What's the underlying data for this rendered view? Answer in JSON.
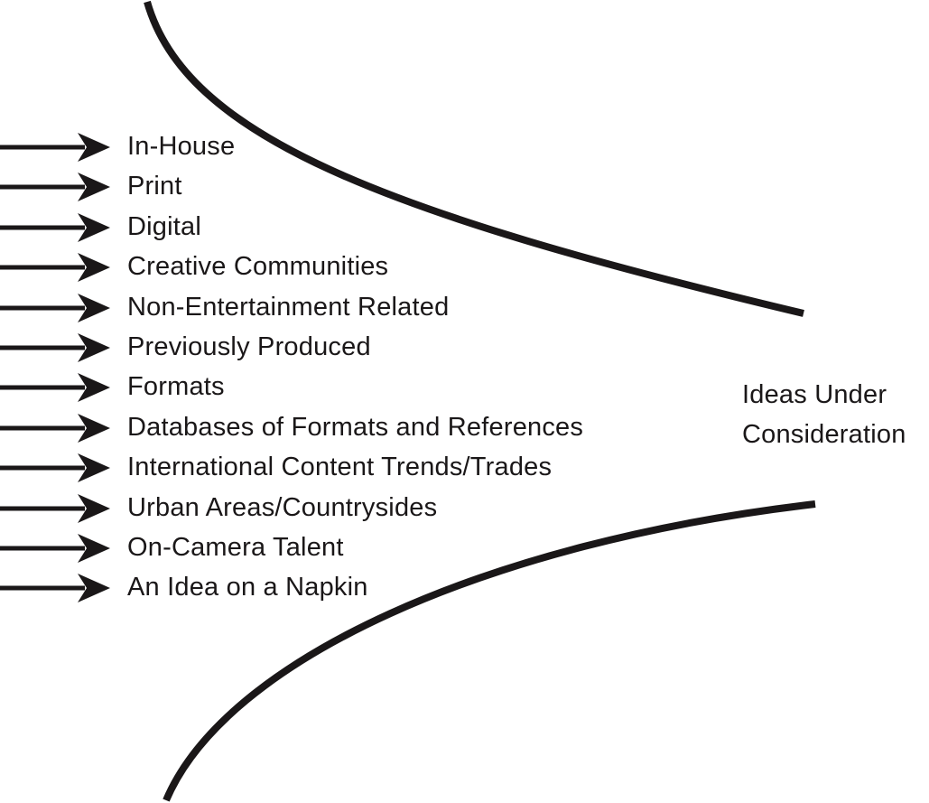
{
  "diagram": {
    "sources": [
      {
        "label": "In-House"
      },
      {
        "label": "Print"
      },
      {
        "label": "Digital"
      },
      {
        "label": "Creative Communities"
      },
      {
        "label": "Non-Entertainment Related"
      },
      {
        "label": "Previously Produced"
      },
      {
        "label": "Formats"
      },
      {
        "label": "Databases of Formats and References"
      },
      {
        "label": "International Content Trends/Trades"
      },
      {
        "label": "Urban Areas/Countrysides"
      },
      {
        "label": "On-Camera Talent"
      },
      {
        "label": "An Idea on a Napkin"
      }
    ],
    "result": {
      "line1": "Ideas Under",
      "line2": "Consideration"
    },
    "colors": {
      "ink": "#1a1718",
      "background": "#ffffff"
    }
  }
}
